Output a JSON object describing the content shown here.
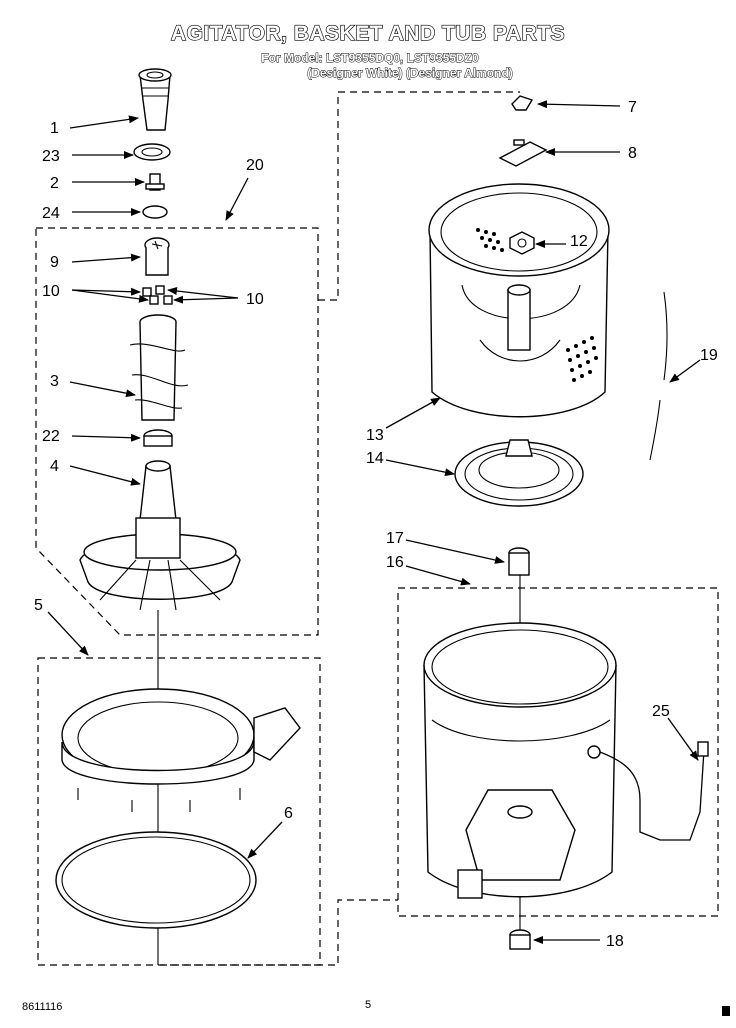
{
  "header": {
    "title": "AGITATOR, BASKET AND TUB PARTS",
    "model_line": "For Model: LST9355DQ0, LST9355DZ0",
    "variant_line": "(Designer White) (Designer Almond)"
  },
  "callouts": {
    "c1": "1",
    "c23": "23",
    "c2": "2",
    "c24": "24",
    "c20": "20",
    "c9": "9",
    "c10a": "10",
    "c10b": "10",
    "c3": "3",
    "c22": "22",
    "c4": "4",
    "c5": "5",
    "c6": "6",
    "c7": "7",
    "c8": "8",
    "c12": "12",
    "c19": "19",
    "c13": "13",
    "c14": "14",
    "c17": "17",
    "c16": "16",
    "c25": "25",
    "c18": "18"
  },
  "footer": {
    "doc_number": "8611116",
    "page_number": "5"
  }
}
